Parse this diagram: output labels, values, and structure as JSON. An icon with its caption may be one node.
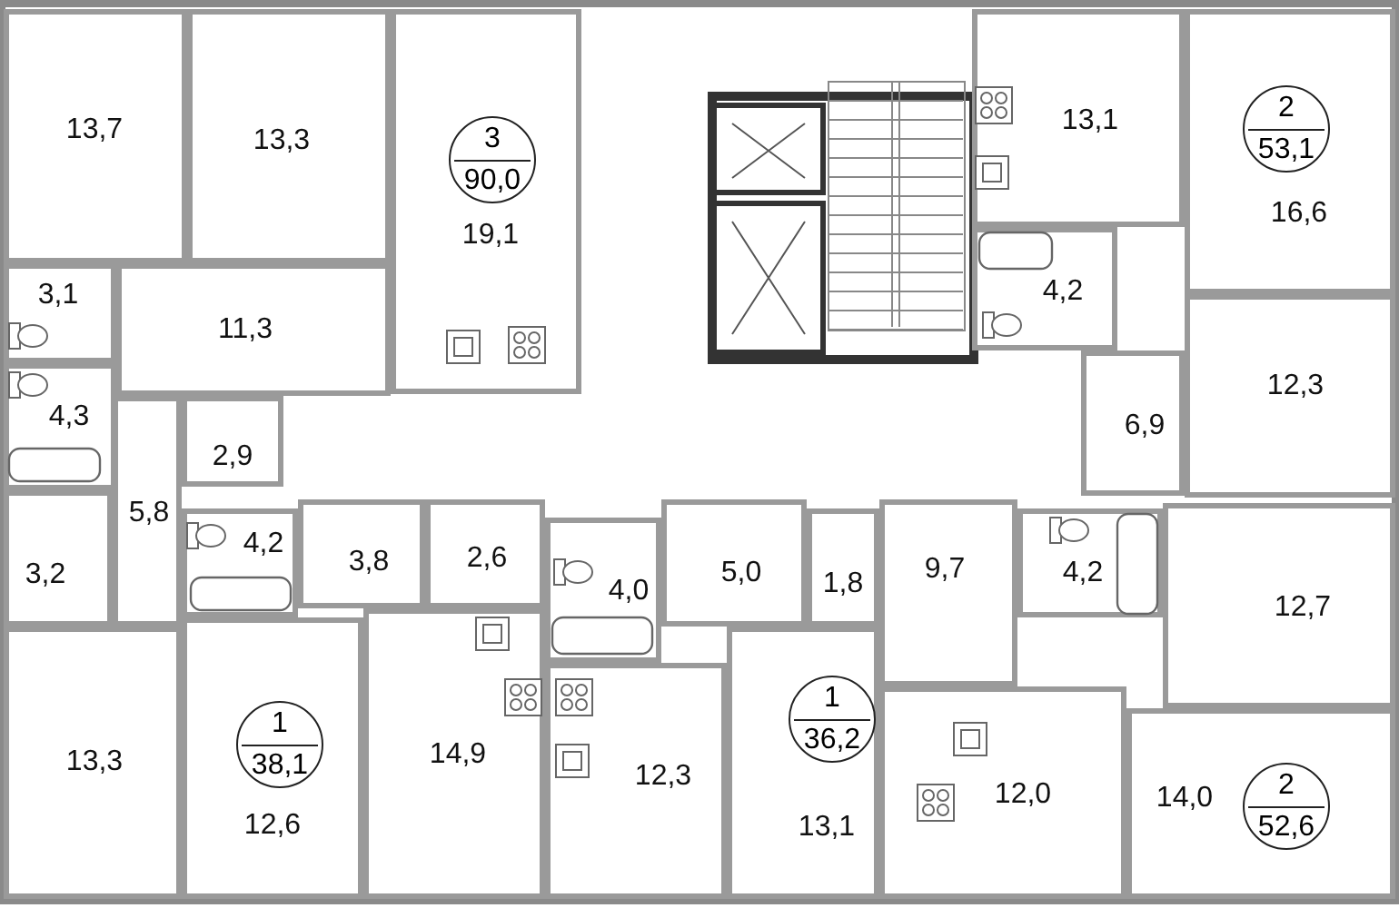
{
  "diagram": {
    "nodes": [
      {
        "text": [
          "13,7"
        ]
      },
      {
        "text": [
          "13,3"
        ]
      },
      {
        "text": [
          "19,1"
        ]
      },
      {
        "text": [
          "3",
          "90,0"
        ],
        "in": 2
      },
      {
        "text": [
          "13,1"
        ]
      },
      {
        "text": [
          "16,6"
        ]
      },
      {
        "text": [
          "2",
          "53,1"
        ],
        "in": 5
      },
      {
        "text": [
          "3,1"
        ]
      },
      {
        "text": [
          "11,3"
        ]
      },
      {
        "text": [
          "4,2"
        ]
      },
      {
        "text": [
          "4,3"
        ]
      },
      {
        "text": [
          "2,9"
        ]
      },
      {
        "text": [
          "6,9"
        ]
      },
      {
        "text": [
          "12,3"
        ]
      },
      {
        "text": [
          "5,8"
        ]
      },
      {
        "text": [
          "3,2"
        ]
      },
      {
        "text": [
          "4,2"
        ]
      },
      {
        "text": [
          "3,8"
        ]
      },
      {
        "text": [
          "2,6"
        ]
      },
      {
        "text": [
          "4,0"
        ]
      },
      {
        "text": [
          "5,0"
        ]
      },
      {
        "text": [
          "1,8"
        ]
      },
      {
        "text": [
          "9,7"
        ]
      },
      {
        "text": [
          "4,2"
        ]
      },
      {
        "text": [
          "12,7"
        ]
      },
      {
        "text": [
          "13,3"
        ]
      },
      {
        "text": [
          "12,6"
        ]
      },
      {
        "text": [
          "1",
          "38,1"
        ],
        "in": 26
      },
      {
        "text": [
          "14,9"
        ]
      },
      {
        "text": [
          "12,3"
        ]
      },
      {
        "text": [
          "13,1"
        ]
      },
      {
        "text": [
          "1",
          "36,2"
        ],
        "in": 30
      },
      {
        "text": [
          "12,0"
        ]
      },
      {
        "text": [
          "14,0"
        ]
      },
      {
        "text": [
          "2",
          "52,6"
        ],
        "in": 33
      }
    ]
  }
}
